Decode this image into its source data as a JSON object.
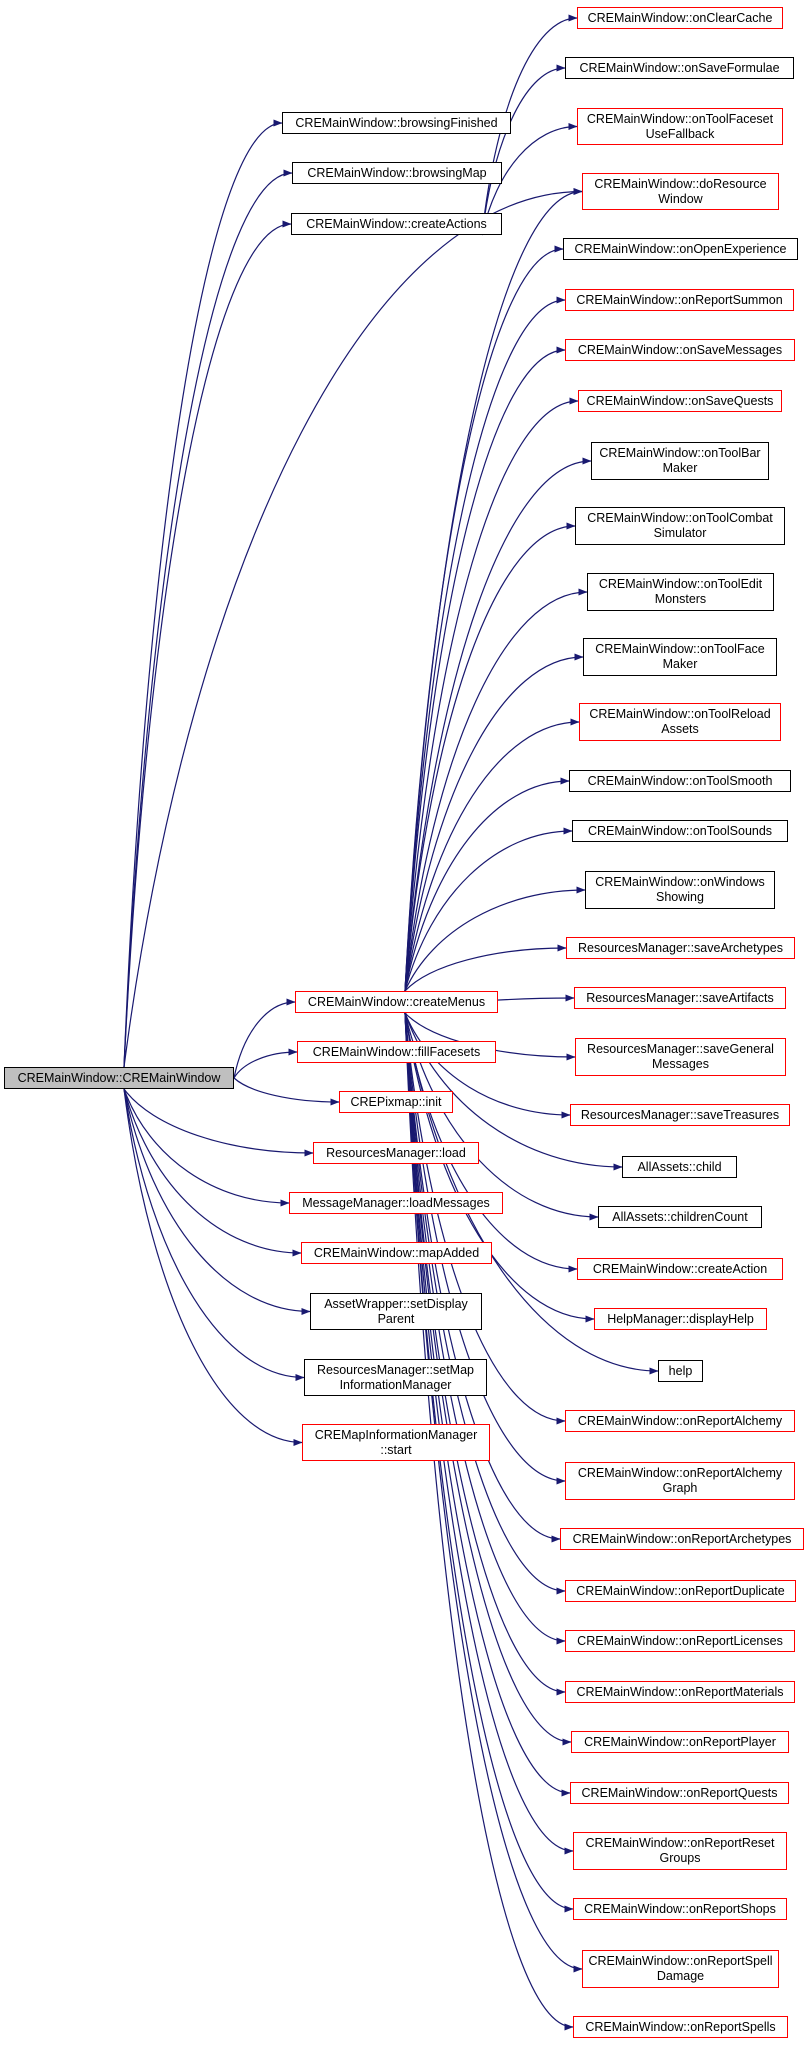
{
  "colors": {
    "edge": "#191970",
    "border_black": "#000000",
    "border_red": "#ff0000",
    "root_fill": "#bfbfbf"
  },
  "nodes": {
    "root": {
      "label": "CREMainWindow::CREMainWindow"
    },
    "browsing_finished": {
      "label": "CREMainWindow::browsingFinished"
    },
    "browsing_map": {
      "label": "CREMainWindow::browsingMap"
    },
    "create_actions": {
      "label": "CREMainWindow::createActions"
    },
    "create_menus": {
      "label": "CREMainWindow::createMenus"
    },
    "fill_facesets": {
      "label": "CREMainWindow::fillFacesets"
    },
    "crepixmap_init": {
      "label": "CREPixmap::init"
    },
    "rm_load": {
      "label": "ResourcesManager::load"
    },
    "load_messages": {
      "label": "MessageManager::loadMessages"
    },
    "map_added": {
      "label": "CREMainWindow::mapAdded"
    },
    "set_display_parent": {
      "label": "AssetWrapper::setDisplay\nParent"
    },
    "set_map_info": {
      "label": "ResourcesManager::setMap\nInformationManager"
    },
    "mapinfo_start": {
      "label": "CREMapInformationManager\n::start"
    },
    "on_clear_cache": {
      "label": "CREMainWindow::onClearCache"
    },
    "on_save_formulae": {
      "label": "CREMainWindow::onSaveFormulae"
    },
    "on_tool_faceset": {
      "label": "CREMainWindow::onToolFaceset\nUseFallback"
    },
    "do_resource_window": {
      "label": "CREMainWindow::doResource\nWindow"
    },
    "on_open_experience": {
      "label": "CREMainWindow::onOpenExperience"
    },
    "on_report_summon": {
      "label": "CREMainWindow::onReportSummon"
    },
    "on_save_messages": {
      "label": "CREMainWindow::onSaveMessages"
    },
    "on_save_quests": {
      "label": "CREMainWindow::onSaveQuests"
    },
    "on_tool_bar_maker": {
      "label": "CREMainWindow::onToolBar\nMaker"
    },
    "on_tool_combat": {
      "label": "CREMainWindow::onToolCombat\nSimulator"
    },
    "on_tool_edit_monsters": {
      "label": "CREMainWindow::onToolEdit\nMonsters"
    },
    "on_tool_face_maker": {
      "label": "CREMainWindow::onToolFace\nMaker"
    },
    "on_tool_reload_assets": {
      "label": "CREMainWindow::onToolReload\nAssets"
    },
    "on_tool_smooth": {
      "label": "CREMainWindow::onToolSmooth"
    },
    "on_tool_sounds": {
      "label": "CREMainWindow::onToolSounds"
    },
    "on_windows_showing": {
      "label": "CREMainWindow::onWindows\nShowing"
    },
    "save_archetypes": {
      "label": "ResourcesManager::saveArchetypes"
    },
    "save_artifacts": {
      "label": "ResourcesManager::saveArtifacts"
    },
    "save_general_messages": {
      "label": "ResourcesManager::saveGeneral\nMessages"
    },
    "save_treasures": {
      "label": "ResourcesManager::saveTreasures"
    },
    "allassets_child": {
      "label": "AllAssets::child"
    },
    "allassets_children_count": {
      "label": "AllAssets::childrenCount"
    },
    "create_action": {
      "label": "CREMainWindow::createAction"
    },
    "display_help": {
      "label": "HelpManager::displayHelp"
    },
    "help": {
      "label": "help"
    },
    "on_report_alchemy": {
      "label": "CREMainWindow::onReportAlchemy"
    },
    "on_report_alchemy_graph": {
      "label": "CREMainWindow::onReportAlchemy\nGraph"
    },
    "on_report_archetypes": {
      "label": "CREMainWindow::onReportArchetypes"
    },
    "on_report_duplicate": {
      "label": "CREMainWindow::onReportDuplicate"
    },
    "on_report_licenses": {
      "label": "CREMainWindow::onReportLicenses"
    },
    "on_report_materials": {
      "label": "CREMainWindow::onReportMaterials"
    },
    "on_report_player": {
      "label": "CREMainWindow::onReportPlayer"
    },
    "on_report_quests": {
      "label": "CREMainWindow::onReportQuests"
    },
    "on_report_reset_groups": {
      "label": "CREMainWindow::onReportReset\nGroups"
    },
    "on_report_shops": {
      "label": "CREMainWindow::onReportShops"
    },
    "on_report_spell_damage": {
      "label": "CREMainWindow::onReportSpell\nDamage"
    },
    "on_report_spells": {
      "label": "CREMainWindow::onReportSpells"
    }
  },
  "edges": [
    [
      "root",
      "browsing_finished"
    ],
    [
      "root",
      "browsing_map"
    ],
    [
      "root",
      "create_actions"
    ],
    [
      "root",
      "create_menus"
    ],
    [
      "root",
      "fill_facesets"
    ],
    [
      "root",
      "crepixmap_init"
    ],
    [
      "root",
      "rm_load"
    ],
    [
      "root",
      "load_messages"
    ],
    [
      "root",
      "map_added"
    ],
    [
      "root",
      "set_display_parent"
    ],
    [
      "root",
      "set_map_info"
    ],
    [
      "root",
      "mapinfo_start"
    ],
    [
      "root",
      "do_resource_window"
    ],
    [
      "create_actions",
      "on_clear_cache"
    ],
    [
      "create_actions",
      "on_save_formulae"
    ],
    [
      "create_actions",
      "on_tool_faceset"
    ],
    [
      "create_menus",
      "do_resource_window"
    ],
    [
      "create_menus",
      "on_open_experience"
    ],
    [
      "create_menus",
      "on_report_summon"
    ],
    [
      "create_menus",
      "on_save_messages"
    ],
    [
      "create_menus",
      "on_save_quests"
    ],
    [
      "create_menus",
      "on_tool_bar_maker"
    ],
    [
      "create_menus",
      "on_tool_combat"
    ],
    [
      "create_menus",
      "on_tool_edit_monsters"
    ],
    [
      "create_menus",
      "on_tool_face_maker"
    ],
    [
      "create_menus",
      "on_tool_reload_assets"
    ],
    [
      "create_menus",
      "on_tool_smooth"
    ],
    [
      "create_menus",
      "on_tool_sounds"
    ],
    [
      "create_menus",
      "on_windows_showing"
    ],
    [
      "create_menus",
      "save_archetypes"
    ],
    [
      "create_menus",
      "save_artifacts"
    ],
    [
      "create_menus",
      "save_general_messages"
    ],
    [
      "create_menus",
      "save_treasures"
    ],
    [
      "create_menus",
      "allassets_child"
    ],
    [
      "create_menus",
      "allassets_children_count"
    ],
    [
      "create_menus",
      "create_action"
    ],
    [
      "create_menus",
      "display_help"
    ],
    [
      "create_menus",
      "help"
    ],
    [
      "create_menus",
      "on_report_alchemy"
    ],
    [
      "create_menus",
      "on_report_alchemy_graph"
    ],
    [
      "create_menus",
      "on_report_archetypes"
    ],
    [
      "create_menus",
      "on_report_duplicate"
    ],
    [
      "create_menus",
      "on_report_licenses"
    ],
    [
      "create_menus",
      "on_report_materials"
    ],
    [
      "create_menus",
      "on_report_player"
    ],
    [
      "create_menus",
      "on_report_quests"
    ],
    [
      "create_menus",
      "on_report_reset_groups"
    ],
    [
      "create_menus",
      "on_report_shops"
    ],
    [
      "create_menus",
      "on_report_spell_damage"
    ],
    [
      "create_menus",
      "on_report_spells"
    ]
  ]
}
